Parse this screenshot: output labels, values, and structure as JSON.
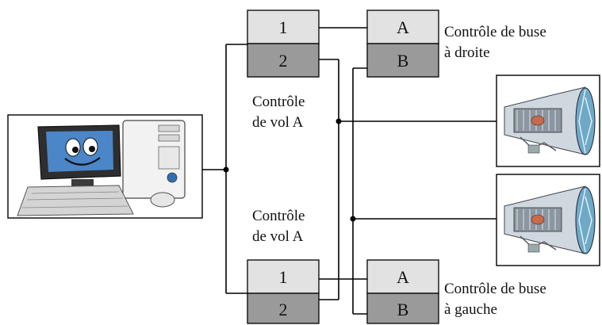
{
  "flight_controls": {
    "upper": {
      "channel_1": "1",
      "channel_2": "2",
      "label_line1": "Contrôle",
      "label_line2": "de vol A"
    },
    "lower": {
      "channel_1": "1",
      "channel_2": "2",
      "label_line1": "Contrôle",
      "label_line2": "de vol A"
    }
  },
  "nozzle_controls": {
    "right": {
      "channel_a": "A",
      "channel_b": "B",
      "label_line1": "Contrôle de buse",
      "label_line2": "à droite"
    },
    "left": {
      "channel_a": "A",
      "channel_b": "B",
      "label_line1": "Contrôle de buse",
      "label_line2": "à gauche"
    }
  },
  "icons": {
    "computer": "computer-icon",
    "engine": "turbofan-engine-icon"
  },
  "colors": {
    "channel_top": "#e2e2e2",
    "channel_bottom": "#9a9a9a",
    "monitor_screen": "#4a86c8"
  }
}
